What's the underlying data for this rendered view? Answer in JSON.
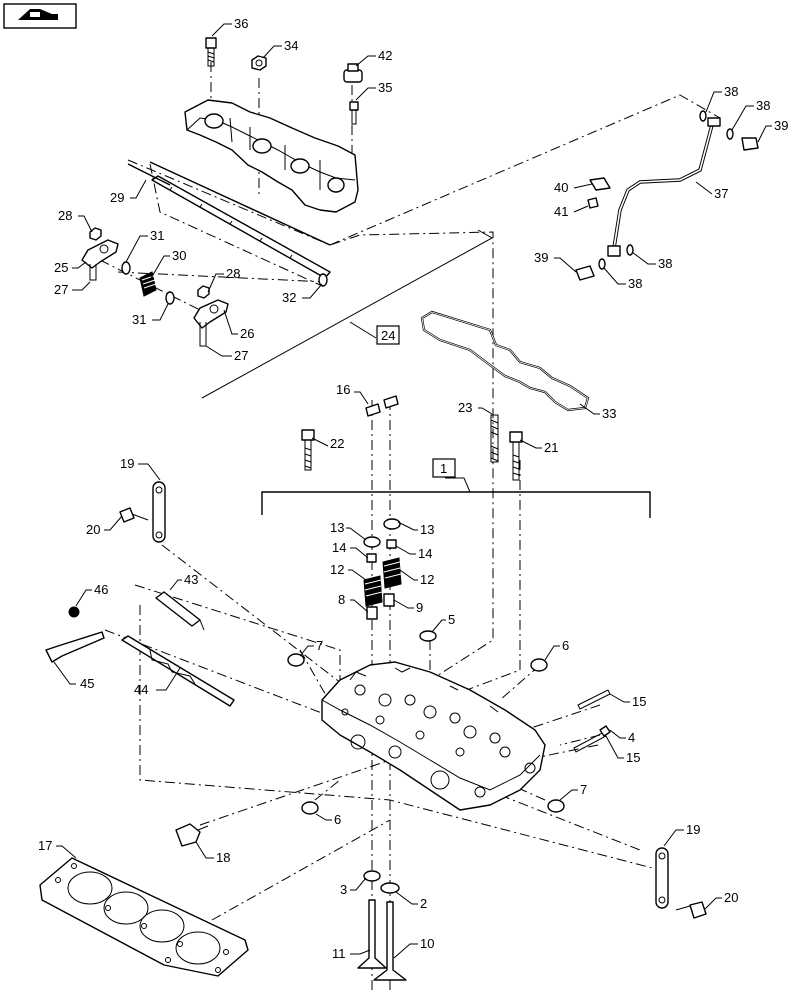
{
  "callouts": [
    {
      "id": "c36",
      "text": "36"
    },
    {
      "id": "c34",
      "text": "34"
    },
    {
      "id": "c42",
      "text": "42"
    },
    {
      "id": "c35",
      "text": "35"
    },
    {
      "id": "c29",
      "text": "29"
    },
    {
      "id": "c28a",
      "text": "28"
    },
    {
      "id": "c31a",
      "text": "31"
    },
    {
      "id": "c30",
      "text": "30"
    },
    {
      "id": "c25",
      "text": "25"
    },
    {
      "id": "c27a",
      "text": "27"
    },
    {
      "id": "c28b",
      "text": "28"
    },
    {
      "id": "c31b",
      "text": "31"
    },
    {
      "id": "c26",
      "text": "26"
    },
    {
      "id": "c27b",
      "text": "27"
    },
    {
      "id": "c32",
      "text": "32"
    },
    {
      "id": "c24",
      "text": "24"
    },
    {
      "id": "c38a",
      "text": "38"
    },
    {
      "id": "c38b",
      "text": "38"
    },
    {
      "id": "c39a",
      "text": "39"
    },
    {
      "id": "c40",
      "text": "40"
    },
    {
      "id": "c37",
      "text": "37"
    },
    {
      "id": "c41",
      "text": "41"
    },
    {
      "id": "c39b",
      "text": "39"
    },
    {
      "id": "c38c",
      "text": "38"
    },
    {
      "id": "c38d",
      "text": "38"
    },
    {
      "id": "c33",
      "text": "33"
    },
    {
      "id": "c16",
      "text": "16"
    },
    {
      "id": "c23",
      "text": "23"
    },
    {
      "id": "c22",
      "text": "22"
    },
    {
      "id": "c21",
      "text": "21"
    },
    {
      "id": "c19a",
      "text": "19"
    },
    {
      "id": "c1",
      "text": "1"
    },
    {
      "id": "c20a",
      "text": "20"
    },
    {
      "id": "c13a",
      "text": "13"
    },
    {
      "id": "c13b",
      "text": "13"
    },
    {
      "id": "c14a",
      "text": "14"
    },
    {
      "id": "c14b",
      "text": "14"
    },
    {
      "id": "c12a",
      "text": "12"
    },
    {
      "id": "c12b",
      "text": "12"
    },
    {
      "id": "c8",
      "text": "8"
    },
    {
      "id": "c9",
      "text": "9"
    },
    {
      "id": "c46",
      "text": "46"
    },
    {
      "id": "c43",
      "text": "43"
    },
    {
      "id": "c5",
      "text": "5"
    },
    {
      "id": "c7a",
      "text": "7"
    },
    {
      "id": "c6a",
      "text": "6"
    },
    {
      "id": "c45",
      "text": "45"
    },
    {
      "id": "c44",
      "text": "44"
    },
    {
      "id": "c15a",
      "text": "15"
    },
    {
      "id": "c4",
      "text": "4"
    },
    {
      "id": "c15b",
      "text": "15"
    },
    {
      "id": "c6b",
      "text": "6"
    },
    {
      "id": "c7b",
      "text": "7"
    },
    {
      "id": "c19b",
      "text": "19"
    },
    {
      "id": "c17",
      "text": "17"
    },
    {
      "id": "c18",
      "text": "18"
    },
    {
      "id": "c20b",
      "text": "20"
    },
    {
      "id": "c3",
      "text": "3"
    },
    {
      "id": "c2",
      "text": "2"
    },
    {
      "id": "c11",
      "text": "11"
    },
    {
      "id": "c10",
      "text": "10"
    }
  ]
}
